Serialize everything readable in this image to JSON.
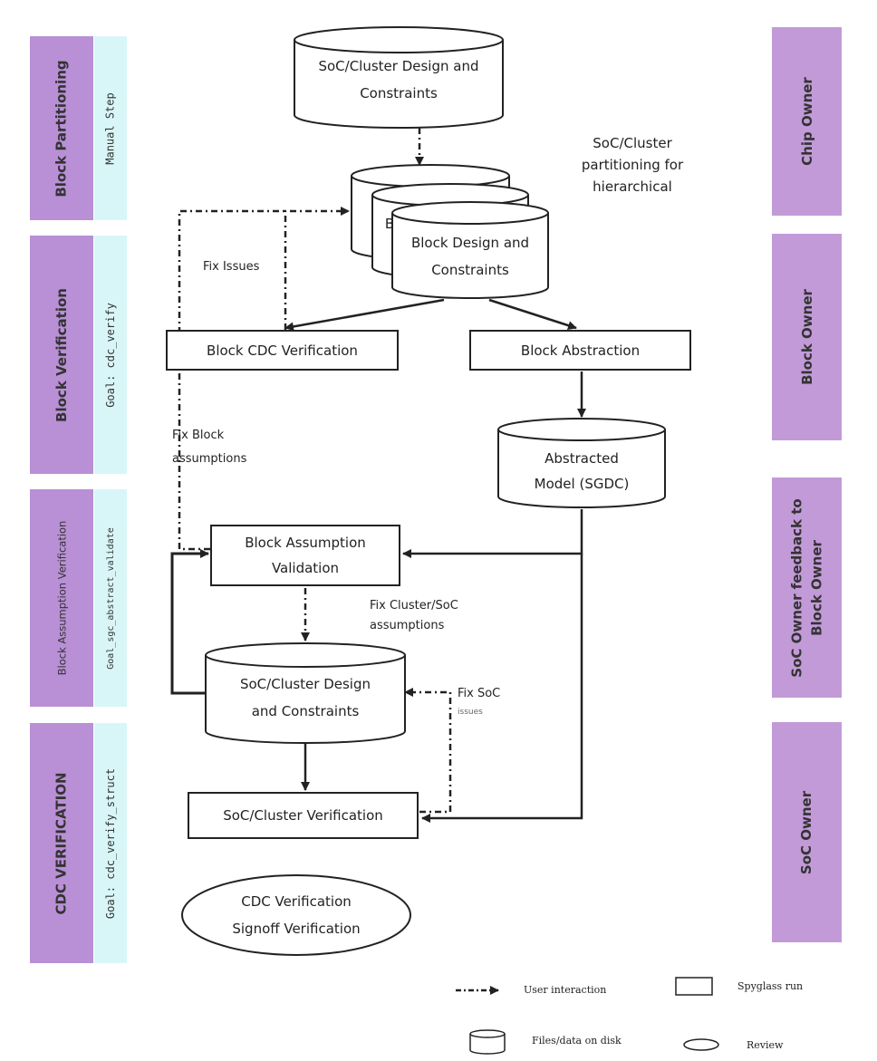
{
  "phases": {
    "block_partitioning": "Block Partitioning",
    "block_verification": "Block Verification",
    "block_assumption_verification": "Block Assumption Verification",
    "cdc_verification": "CDC VERIFICATION"
  },
  "goals": {
    "manual_step": "Manual Step",
    "cdc_verify": "Goal: cdc_verify",
    "abstract_validate": "Goal_sgc_abstract_validate",
    "cdc_verify_struct": "Goal: cdc_verify_struct"
  },
  "owners": {
    "chip_owner": "Chip Owner",
    "block_owner": "Block Owner",
    "soc_feedback_line1": "SoC Owner feedback to",
    "soc_feedback_line2": "Block Owner",
    "soc_owner": "SoC Owner"
  },
  "nodes": {
    "soc_design_top_line1": "SoC/Cluster Design and",
    "soc_design_top_line2": "Constraints",
    "block_stack_partial": "B",
    "block_design_line1": "Block Design and",
    "block_design_line2": "Constraints",
    "block_cdc_verification": "Block CDC Verification",
    "block_abstraction": "Block Abstraction",
    "abstracted_model_line1": "Abstracted",
    "abstracted_model_line2": "Model (SGDC)",
    "block_assumption_line1": "Block Assumption",
    "block_assumption_line2": "Validation",
    "soc_design_bottom_line1": "SoC/Cluster Design",
    "soc_design_bottom_line2": "and Constraints",
    "soc_cluster_verification": "SoC/Cluster Verification",
    "signoff_line1": "CDC Verification",
    "signoff_line2": "Signoff Verification"
  },
  "annotations": {
    "partitioning_line1": "SoC/Cluster",
    "partitioning_line2": "partitioning for",
    "partitioning_line3": "hierarchical",
    "fix_issues": "Fix Issues",
    "fix_block_line1": "Fix Block",
    "fix_block_line2": "assumptions",
    "fix_cluster_line1": "Fix Cluster/SoC",
    "fix_cluster_line2": "assumptions",
    "fix_soc_line1": "Fix SoC",
    "fix_soc_line2": "issues"
  },
  "legend": {
    "user_interaction": "User interaction",
    "spyglass_run": "Spyglass run",
    "files_on_disk": "Files/data on disk",
    "review": "Review"
  },
  "colors": {
    "phase": "#b98fd6",
    "goal": "#d8f6f7",
    "owner": "#c29ad8",
    "line": "#222222"
  }
}
